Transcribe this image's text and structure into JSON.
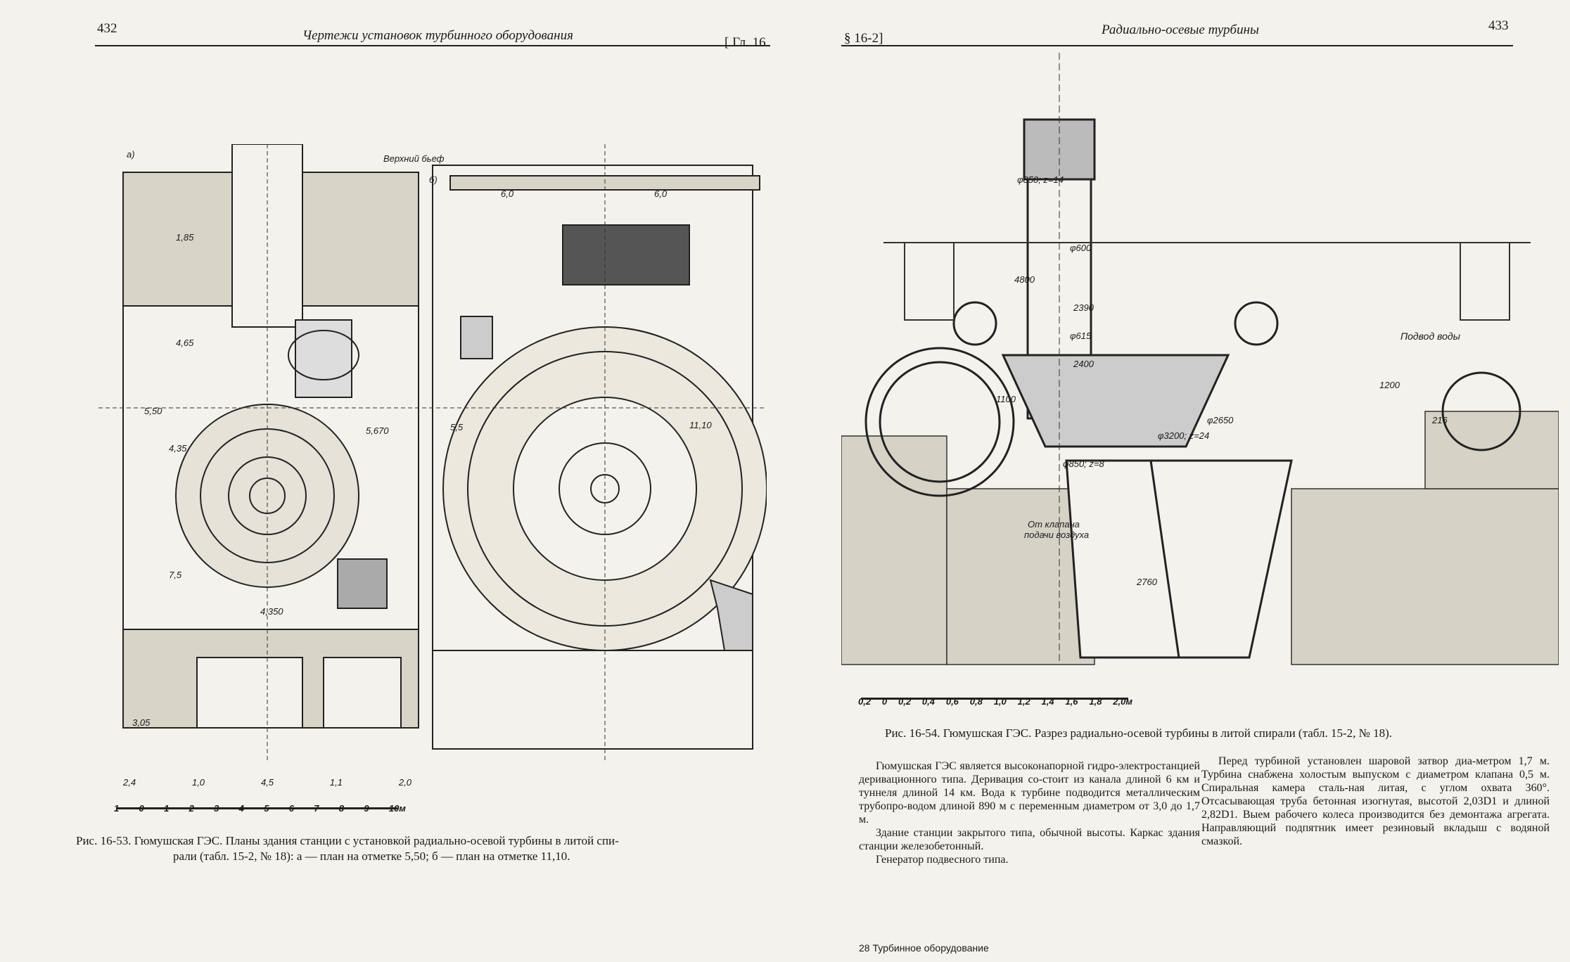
{
  "left_page": {
    "page_number": "432",
    "running_title": "Чертежи установок турбинного оборудования",
    "chapter_ref": "[ Гл. 16",
    "figure": {
      "label_a": "а)",
      "label_b": "б)",
      "upstream": "Верхний бьеф",
      "dims": [
        "1,85",
        "4,65",
        "4,35",
        "7,5",
        "5,670",
        "5,50",
        "4,350",
        "3,05",
        "6,0",
        "6,0",
        "5,5",
        "11,10"
      ],
      "bottom_dims": [
        "2,4",
        "1,0",
        "4,5",
        "1,1",
        "2,0"
      ],
      "scale_ticks": [
        "1",
        "0",
        "1",
        "2",
        "3",
        "4",
        "5",
        "6",
        "7",
        "8",
        "9",
        "10м"
      ],
      "caption_line1": "Рис. 16-53. Гюмушская ГЭС. Планы здания станции с установкой радиально-осевой турбины в литой спи-",
      "caption_line2": "рали (табл. 15-2, № 18): а — план на отметке 5,50; б — план на отметке 11,10."
    }
  },
  "right_page": {
    "page_number": "433",
    "section_ref": "§ 16-2]",
    "running_title": "Радиально-осевые турбины",
    "figure": {
      "labels": [
        "φ850; z=14",
        "φ600",
        "2390",
        "φ615",
        "2400",
        "φ2650",
        "φ3200; z=24",
        "φ850; z=8",
        "1100",
        "4800",
        "2760",
        "216",
        "1200"
      ],
      "water_supply": "Подвод воды",
      "air_valve_1": "От клапана",
      "air_valve_2": "подачи воздуха",
      "scale_ticks": [
        "0,2",
        "0",
        "0,2",
        "0,4",
        "0,6",
        "0,8",
        "1,0",
        "1,2",
        "1,4",
        "1,6",
        "1,8",
        "2,0м"
      ],
      "caption": "Рис. 16-54. Гюмушская ГЭС. Разрез радиально-осевой турбины в литой спирали (табл. 15-2, № 18)."
    },
    "col1": [
      "Гюмушская ГЭС является высоконапорной гидро-электростанцией деривационного типа. Деривация со-стоит из канала длиной 6 км и туннеля длиной 14 км. Вода к турбине подводится металлическим трубопро-водом длиной 890 м с переменным диаметром от 3,0 до 1,7 м.",
      "Здание станции закрытого типа, обычной высоты. Каркас здания станции железобетонный.",
      "Генератор подвесного типа."
    ],
    "col2": [
      "Перед турбиной установлен шаровой затвор диа-метром 1,7 м. Турбина снабжена холостым выпуском с диаметром клапана 0,5 м. Спиральная камера сталь-ная литая, с углом охвата 360°. Отсасывающая труба бетонная изогнутая, высотой 2,03D1 и длиной 2,82D1. Выем рабочего колеса производится без демонтажа агрегата. Направляющий подпятник имеет резиновый вкладыш с водяной смазкой."
    ],
    "footer": "28 Турбинное оборудование"
  }
}
